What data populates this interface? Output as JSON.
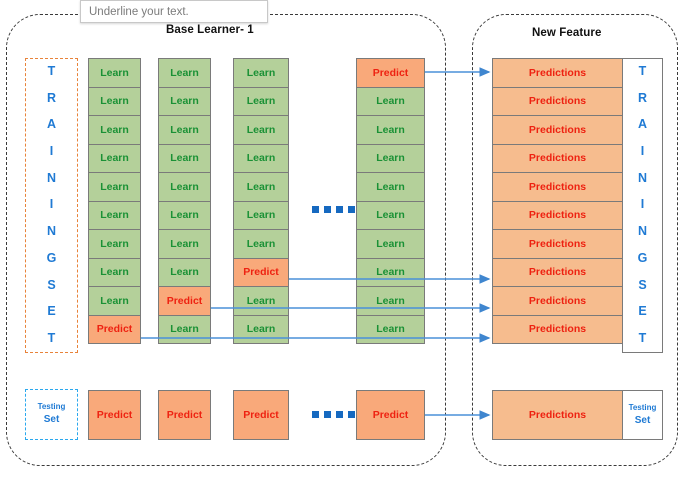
{
  "tooltip": {
    "text": "Underline your text."
  },
  "panels": {
    "left": {
      "title": "Base Learner- 1"
    },
    "right": {
      "title": "New Feature"
    }
  },
  "colors": {
    "learn_fill": "#b4d09a",
    "learn_text": "#1a9135",
    "predict_fill": "#f9a97a",
    "predict_text": "#ee2211",
    "predictions_fill": "#f6bc8e",
    "predictions_text": "#ee2211",
    "label_blue": "#1f7ad4",
    "arrow_blue": "#4a90d9",
    "training_border": "#e8833a",
    "testing_border": "#2aa8ee",
    "dot_blue": "#1669c0"
  },
  "labels": {
    "learn": "Learn",
    "predict": "Predict",
    "predictions": "Predictions",
    "training_set_letters": [
      "T",
      "R",
      "A",
      "I",
      "N",
      "I",
      "N",
      "G",
      "",
      "S",
      "E",
      "T"
    ],
    "testing_set_line1": "Testing",
    "testing_set_line2": "Set"
  },
  "fold_columns": [
    {
      "name": "fold-1",
      "cells": [
        "Learn",
        "Learn",
        "Learn",
        "Learn",
        "Learn",
        "Learn",
        "Learn",
        "Learn",
        "Learn",
        "Predict"
      ]
    },
    {
      "name": "fold-2",
      "cells": [
        "Learn",
        "Learn",
        "Learn",
        "Learn",
        "Learn",
        "Learn",
        "Learn",
        "Learn",
        "Predict",
        "Learn"
      ]
    },
    {
      "name": "fold-3",
      "cells": [
        "Learn",
        "Learn",
        "Learn",
        "Learn",
        "Learn",
        "Learn",
        "Learn",
        "Predict",
        "Learn",
        "Learn"
      ]
    },
    {
      "name": "fold-n",
      "cells": [
        "Predict",
        "Learn",
        "Learn",
        "Learn",
        "Learn",
        "Learn",
        "Learn",
        "Learn",
        "Learn",
        "Learn"
      ]
    }
  ],
  "bottom_predict_row": [
    "Predict",
    "Predict",
    "Predict",
    "Predict"
  ],
  "predictions_stack": [
    "Predictions",
    "Predictions",
    "Predictions",
    "Predictions",
    "Predictions",
    "Predictions",
    "Predictions",
    "Predictions",
    "Predictions",
    "Predictions"
  ],
  "bottom_predictions": "Predictions",
  "ellipsis": {
    "dot_count": 4
  }
}
